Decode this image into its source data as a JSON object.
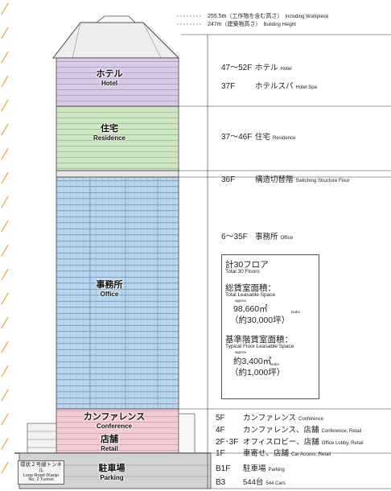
{
  "top": {
    "workpiece": {
      "jp": "255.5m（工作物を含む高さ）",
      "en": "Including Workpiece"
    },
    "building": {
      "jp": "247m（建築物高さ）",
      "en": "Building Height"
    }
  },
  "zones": {
    "hotel": {
      "jp": "ホテル",
      "en": "Hotel",
      "color": "#d9cbe6"
    },
    "residence": {
      "jp": "住宅",
      "en": "Residence",
      "color": "#cfe6c4"
    },
    "office": {
      "jp": "事務所",
      "en": "Office",
      "color": "#b9d6ee"
    },
    "conference": {
      "jp": "カンファレンス",
      "en": "Conference",
      "color": "#f3cbd2"
    },
    "retail": {
      "jp": "店舗",
      "en": "Retail",
      "color": "#f3cbd2"
    },
    "parking": {
      "jp": "駐車場",
      "en": "Parking",
      "color": "#cfcfcf"
    }
  },
  "tunnel": {
    "jp": "環状２号線トンネル",
    "en1": "Loop Road (Kanjo",
    "en2": "No. 2 Tunnel"
  },
  "floors": {
    "hotel": {
      "floor": "47〜52F",
      "jp": "ホテル",
      "en": "Hotel"
    },
    "spa": {
      "floor": "37F",
      "jp": "ホテルスパ",
      "en": "Hotel Spa"
    },
    "residence": {
      "floor": "37〜46F",
      "jp": "住宅",
      "en": "Residence"
    },
    "switching": {
      "floor": "36F",
      "jp": "構造切替階",
      "en": "Switching Structure Floor"
    },
    "office": {
      "floor": "6〜35F",
      "jp": "事務所",
      "en": "Office"
    },
    "f5": {
      "floor": "5F",
      "jp": "カンファレンス",
      "en": "Conference"
    },
    "f4": {
      "floor": "4F",
      "jp": "カンファレンス、店舗",
      "en": "Conference, Retail"
    },
    "f23": {
      "floor": "2F･3F",
      "jp": "オフィスロビー、店舗",
      "en": "Office Lobby, Retail"
    },
    "f1": {
      "floor": "1F",
      "jp": "車寄せ、店舗",
      "en": "Car Access, Retail"
    },
    "b1": {
      "floor": "B1F",
      "jp": "駐車場",
      "en": "Parking"
    },
    "b3": {
      "floor": "B3",
      "jp": "544台",
      "en": "544 Cars"
    }
  },
  "stats": {
    "floors_jp": "計30フロア",
    "floors_en": "Total 30 Floors",
    "total_jp": "総賃室面積：",
    "total_en": "Total Leasable Space",
    "approx": "approx.",
    "tsubo": "tsubo",
    "total_m2": "98,660㎡",
    "total_tsubo": "（約30,000坪）",
    "typ_jp": "基準階賃室面積：",
    "typ_en": "Typical Floor Leasable Space",
    "typ_m2": "約3,400㎡",
    "typ_tsubo": "（約1,000坪）"
  }
}
